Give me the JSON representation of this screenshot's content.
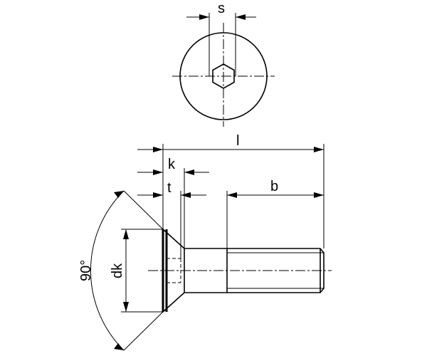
{
  "labels": {
    "s": "s",
    "l": "l",
    "k": "k",
    "t": "t",
    "b": "b",
    "dk": "dk",
    "angle": "90°"
  }
}
